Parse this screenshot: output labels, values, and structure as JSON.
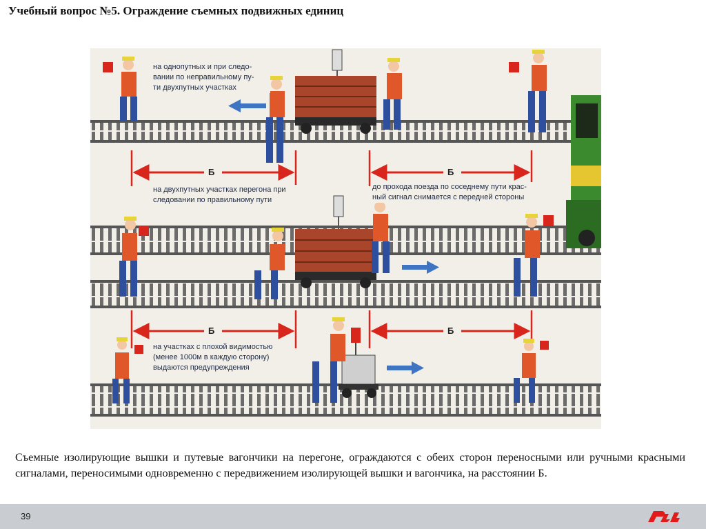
{
  "slide": {
    "title": "Учебный вопрос №5. Ограждение съемных подвижных единиц",
    "page_number": "39",
    "body": "Съемные изолирующие вышки и путевые вагончики на перегоне, ограждаются с обеих сторон переносными или ручными красными сигналами, переносимыми одновременно с передвижением изолирующей вышки и вагончика, на расстоянии Б.",
    "logo_text": "РЖД"
  },
  "illustration": {
    "distance_label": "Б",
    "captions": {
      "single_track": "на однопутных и при следо-\nвании по неправильному пу-\nти двухпутных участках",
      "double_track": "на двухпутных участках перегона при\nследовании по правильному пути",
      "adjacent": "до прохода поезда по соседнему пути крас-\nный сигнал снимается с передней стороны",
      "poor_visibility": "на участках с плохой видимостью\n(менее 1000м в каждую сторону)\nвыдаются предупреждения"
    }
  },
  "colors": {
    "signal_red": "#d8261c",
    "arrow_blue": "#3f74c2",
    "worker_vest": "#e0572a",
    "worker_suit": "#2e4f9e",
    "footer_bg": "#c9ccd1",
    "logo_red": "#e21a1a"
  }
}
